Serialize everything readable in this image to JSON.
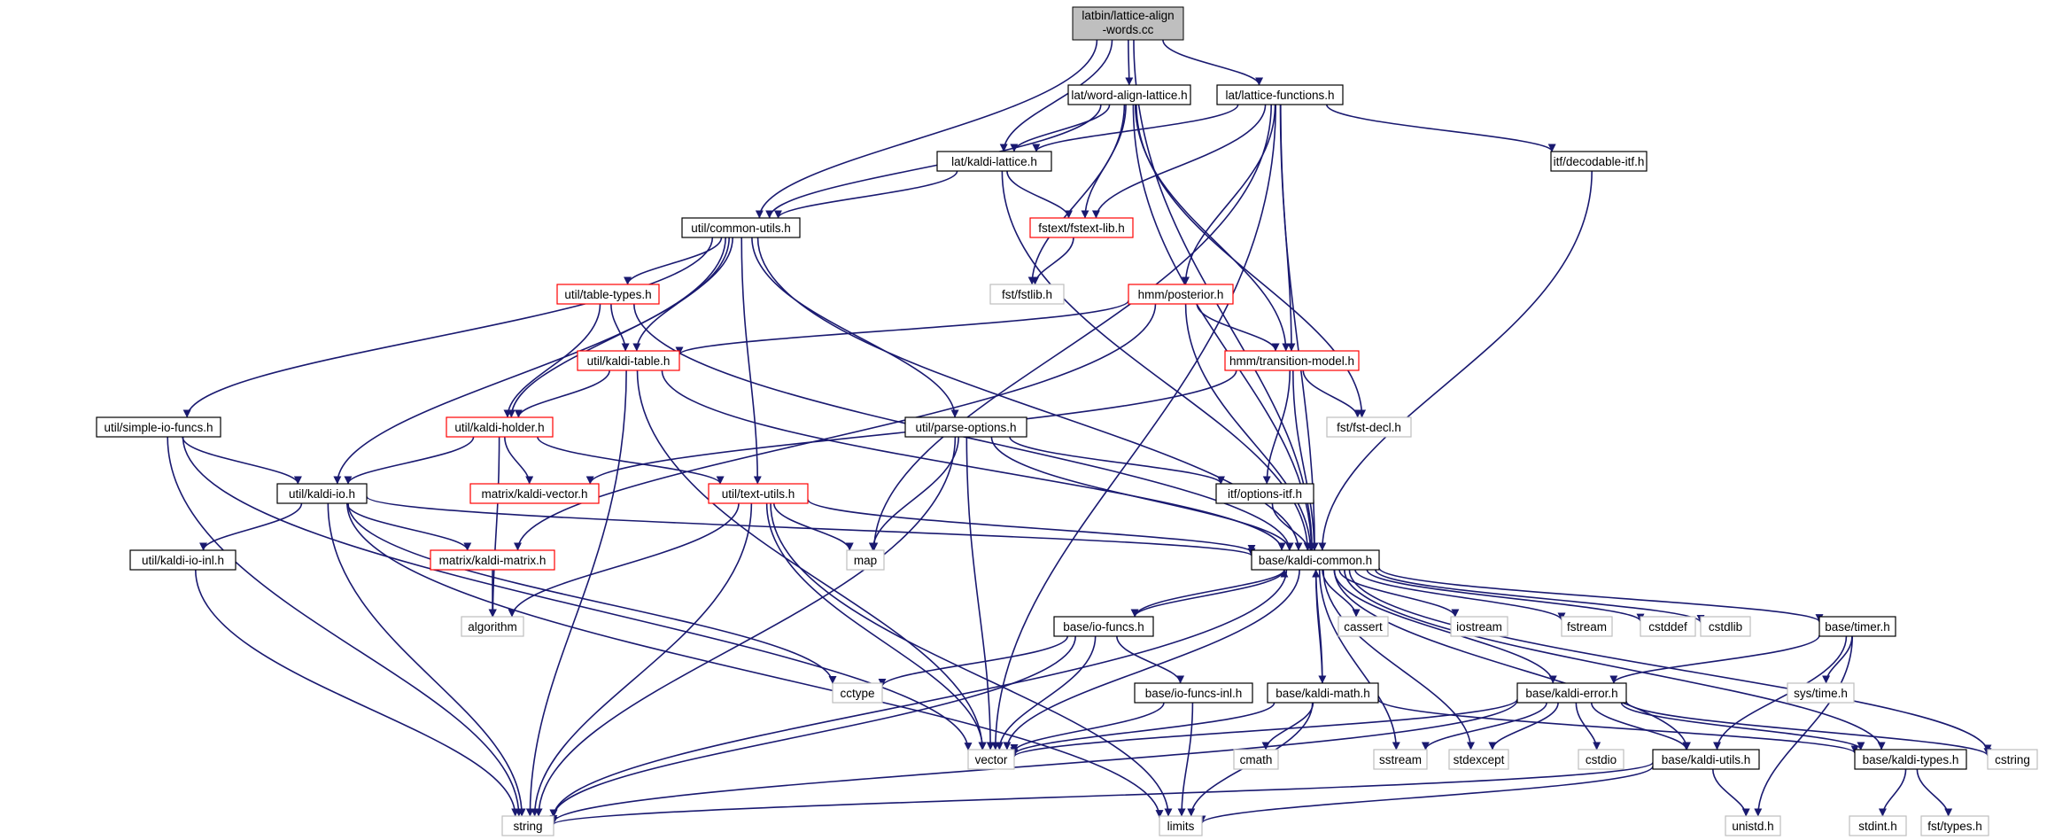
{
  "graph": {
    "root": {
      "lines": [
        "latbin/lattice-align",
        "-words.cc"
      ]
    },
    "nodes": [
      {
        "id": "wal",
        "label": "lat/word-align-lattice.h",
        "style": "black"
      },
      {
        "id": "lf",
        "label": "lat/lattice-functions.h",
        "style": "black"
      },
      {
        "id": "kl",
        "label": "lat/kaldi-lattice.h",
        "style": "black"
      },
      {
        "id": "decitf",
        "label": "itf/decodable-itf.h",
        "style": "black"
      },
      {
        "id": "cu",
        "label": "util/common-utils.h",
        "style": "black"
      },
      {
        "id": "fstext",
        "label": "fstext/fstext-lib.h",
        "style": "red"
      },
      {
        "id": "fstlib",
        "label": "fst/fstlib.h",
        "style": "grey"
      },
      {
        "id": "tt",
        "label": "util/table-types.h",
        "style": "red"
      },
      {
        "id": "post",
        "label": "hmm/posterior.h",
        "style": "red"
      },
      {
        "id": "ktable",
        "label": "util/kaldi-table.h",
        "style": "red"
      },
      {
        "id": "tm",
        "label": "hmm/transition-model.h",
        "style": "red"
      },
      {
        "id": "sio",
        "label": "util/simple-io-funcs.h",
        "style": "black"
      },
      {
        "id": "kh",
        "label": "util/kaldi-holder.h",
        "style": "red"
      },
      {
        "id": "po",
        "label": "util/parse-options.h",
        "style": "black"
      },
      {
        "id": "fstdecl",
        "label": "fst/fst-decl.h",
        "style": "grey"
      },
      {
        "id": "kio",
        "label": "util/kaldi-io.h",
        "style": "black"
      },
      {
        "id": "kvec",
        "label": "matrix/kaldi-vector.h",
        "style": "red"
      },
      {
        "id": "tu",
        "label": "util/text-utils.h",
        "style": "red"
      },
      {
        "id": "optitf",
        "label": "itf/options-itf.h",
        "style": "black"
      },
      {
        "id": "kioinl",
        "label": "util/kaldi-io-inl.h",
        "style": "black"
      },
      {
        "id": "kmat",
        "label": "matrix/kaldi-matrix.h",
        "style": "red"
      },
      {
        "id": "map",
        "label": "map",
        "style": "grey"
      },
      {
        "id": "kc",
        "label": "base/kaldi-common.h",
        "style": "black"
      },
      {
        "id": "algo",
        "label": "algorithm",
        "style": "grey"
      },
      {
        "id": "iof",
        "label": "base/io-funcs.h",
        "style": "black"
      },
      {
        "id": "cassert",
        "label": "cassert",
        "style": "grey"
      },
      {
        "id": "iostream",
        "label": "iostream",
        "style": "grey"
      },
      {
        "id": "fstream",
        "label": "fstream",
        "style": "grey"
      },
      {
        "id": "cstddef",
        "label": "cstddef",
        "style": "grey"
      },
      {
        "id": "cstdlib",
        "label": "cstdlib",
        "style": "grey"
      },
      {
        "id": "timer",
        "label": "base/timer.h",
        "style": "black"
      },
      {
        "id": "cctype",
        "label": "cctype",
        "style": "grey"
      },
      {
        "id": "iofinl",
        "label": "base/io-funcs-inl.h",
        "style": "black"
      },
      {
        "id": "kmath",
        "label": "base/kaldi-math.h",
        "style": "black"
      },
      {
        "id": "kerr",
        "label": "base/kaldi-error.h",
        "style": "black"
      },
      {
        "id": "systime",
        "label": "sys/time.h",
        "style": "grey"
      },
      {
        "id": "vector",
        "label": "vector",
        "style": "grey"
      },
      {
        "id": "cmath",
        "label": "cmath",
        "style": "grey"
      },
      {
        "id": "sstream",
        "label": "sstream",
        "style": "grey"
      },
      {
        "id": "stdexcept",
        "label": "stdexcept",
        "style": "grey"
      },
      {
        "id": "cstdio",
        "label": "cstdio",
        "style": "grey"
      },
      {
        "id": "kutils",
        "label": "base/kaldi-utils.h",
        "style": "black"
      },
      {
        "id": "ktypes",
        "label": "base/kaldi-types.h",
        "style": "black"
      },
      {
        "id": "cstring",
        "label": "cstring",
        "style": "grey"
      },
      {
        "id": "string",
        "label": "string",
        "style": "grey"
      },
      {
        "id": "limits",
        "label": "limits",
        "style": "grey"
      },
      {
        "id": "unistd",
        "label": "unistd.h",
        "style": "grey"
      },
      {
        "id": "stdint",
        "label": "stdint.h",
        "style": "grey"
      },
      {
        "id": "fsttypes",
        "label": "fst/types.h",
        "style": "grey"
      }
    ],
    "edges": [
      [
        "root",
        "wal"
      ],
      [
        "root",
        "lf"
      ],
      [
        "root",
        "kl"
      ],
      [
        "root",
        "cu"
      ],
      [
        "root",
        "kc"
      ],
      [
        "wal",
        "kl"
      ],
      [
        "wal",
        "cu"
      ],
      [
        "wal",
        "fstext"
      ],
      [
        "wal",
        "fstlib"
      ],
      [
        "wal",
        "tm"
      ],
      [
        "wal",
        "fstdecl"
      ],
      [
        "wal",
        "kc"
      ],
      [
        "lf",
        "kl"
      ],
      [
        "lf",
        "fstext"
      ],
      [
        "lf",
        "decitf"
      ],
      [
        "lf",
        "post"
      ],
      [
        "lf",
        "tm"
      ],
      [
        "lf",
        "kc"
      ],
      [
        "lf",
        "vector"
      ],
      [
        "lf",
        "map"
      ],
      [
        "kl",
        "fstext"
      ],
      [
        "kl",
        "cu"
      ],
      [
        "kl",
        "kc"
      ],
      [
        "fstext",
        "fstlib"
      ],
      [
        "decitf",
        "kc"
      ],
      [
        "cu",
        "tt"
      ],
      [
        "cu",
        "ktable"
      ],
      [
        "cu",
        "kh"
      ],
      [
        "cu",
        "sio"
      ],
      [
        "cu",
        "kio"
      ],
      [
        "cu",
        "po"
      ],
      [
        "cu",
        "tu"
      ],
      [
        "cu",
        "kc"
      ],
      [
        "tt",
        "ktable"
      ],
      [
        "tt",
        "kh"
      ],
      [
        "tt",
        "kc"
      ],
      [
        "post",
        "ktable"
      ],
      [
        "post",
        "tm"
      ],
      [
        "post",
        "kc"
      ],
      [
        "post",
        "kmat"
      ],
      [
        "ktable",
        "kh"
      ],
      [
        "ktable",
        "kc"
      ],
      [
        "ktable",
        "string"
      ],
      [
        "ktable",
        "vector"
      ],
      [
        "tm",
        "optitf"
      ],
      [
        "tm",
        "fstdecl"
      ],
      [
        "tm",
        "kc"
      ],
      [
        "tm",
        "kvec"
      ],
      [
        "sio",
        "kio"
      ],
      [
        "sio",
        "string"
      ],
      [
        "sio",
        "vector"
      ],
      [
        "kh",
        "kio"
      ],
      [
        "kh",
        "kvec"
      ],
      [
        "kh",
        "tu"
      ],
      [
        "kh",
        "algo"
      ],
      [
        "po",
        "optitf"
      ],
      [
        "po",
        "map"
      ],
      [
        "po",
        "kc"
      ],
      [
        "po",
        "vector"
      ],
      [
        "po",
        "string"
      ],
      [
        "kio",
        "kioinl"
      ],
      [
        "kio",
        "kmat"
      ],
      [
        "kio",
        "kc"
      ],
      [
        "kio",
        "string"
      ],
      [
        "kio",
        "cctype"
      ],
      [
        "kio",
        "limits"
      ],
      [
        "tu",
        "map"
      ],
      [
        "tu",
        "kc"
      ],
      [
        "tu",
        "algo"
      ],
      [
        "tu",
        "string"
      ],
      [
        "tu",
        "vector"
      ],
      [
        "tu",
        "limits"
      ],
      [
        "optitf",
        "kc"
      ],
      [
        "kioinl",
        "string"
      ],
      [
        "kmat",
        "algo"
      ],
      [
        "kc",
        "iof"
      ],
      [
        "kc",
        "cassert"
      ],
      [
        "kc",
        "iostream"
      ],
      [
        "kc",
        "fstream"
      ],
      [
        "kc",
        "cstddef"
      ],
      [
        "kc",
        "cstdlib"
      ],
      [
        "kc",
        "timer"
      ],
      [
        "kc",
        "kmath"
      ],
      [
        "kc",
        "kerr"
      ],
      [
        "kc",
        "kutils"
      ],
      [
        "kc",
        "ktypes"
      ],
      [
        "kc",
        "cstring"
      ],
      [
        "kc",
        "sstream"
      ],
      [
        "kc",
        "stdexcept"
      ],
      [
        "kc",
        "vector"
      ],
      [
        "kc",
        "string"
      ],
      [
        "iof",
        "kc"
      ],
      [
        "iof",
        "cctype"
      ],
      [
        "iof",
        "iofinl"
      ],
      [
        "iof",
        "vector"
      ],
      [
        "iof",
        "string"
      ],
      [
        "timer",
        "kerr"
      ],
      [
        "timer",
        "systime"
      ],
      [
        "timer",
        "kutils"
      ],
      [
        "timer",
        "unistd"
      ],
      [
        "iofinl",
        "vector"
      ],
      [
        "iofinl",
        "limits"
      ],
      [
        "kmath",
        "kc"
      ],
      [
        "kmath",
        "cmath"
      ],
      [
        "kmath",
        "vector"
      ],
      [
        "kmath",
        "limits"
      ],
      [
        "kmath",
        "ktypes"
      ],
      [
        "kerr",
        "vector"
      ],
      [
        "kerr",
        "sstream"
      ],
      [
        "kerr",
        "stdexcept"
      ],
      [
        "kerr",
        "cstdio"
      ],
      [
        "kerr",
        "kutils"
      ],
      [
        "kerr",
        "ktypes"
      ],
      [
        "kerr",
        "string"
      ],
      [
        "kerr",
        "cstring"
      ],
      [
        "kutils",
        "string"
      ],
      [
        "kutils",
        "limits"
      ],
      [
        "kutils",
        "unistd"
      ],
      [
        "ktypes",
        "stdint"
      ],
      [
        "ktypes",
        "fsttypes"
      ]
    ]
  }
}
